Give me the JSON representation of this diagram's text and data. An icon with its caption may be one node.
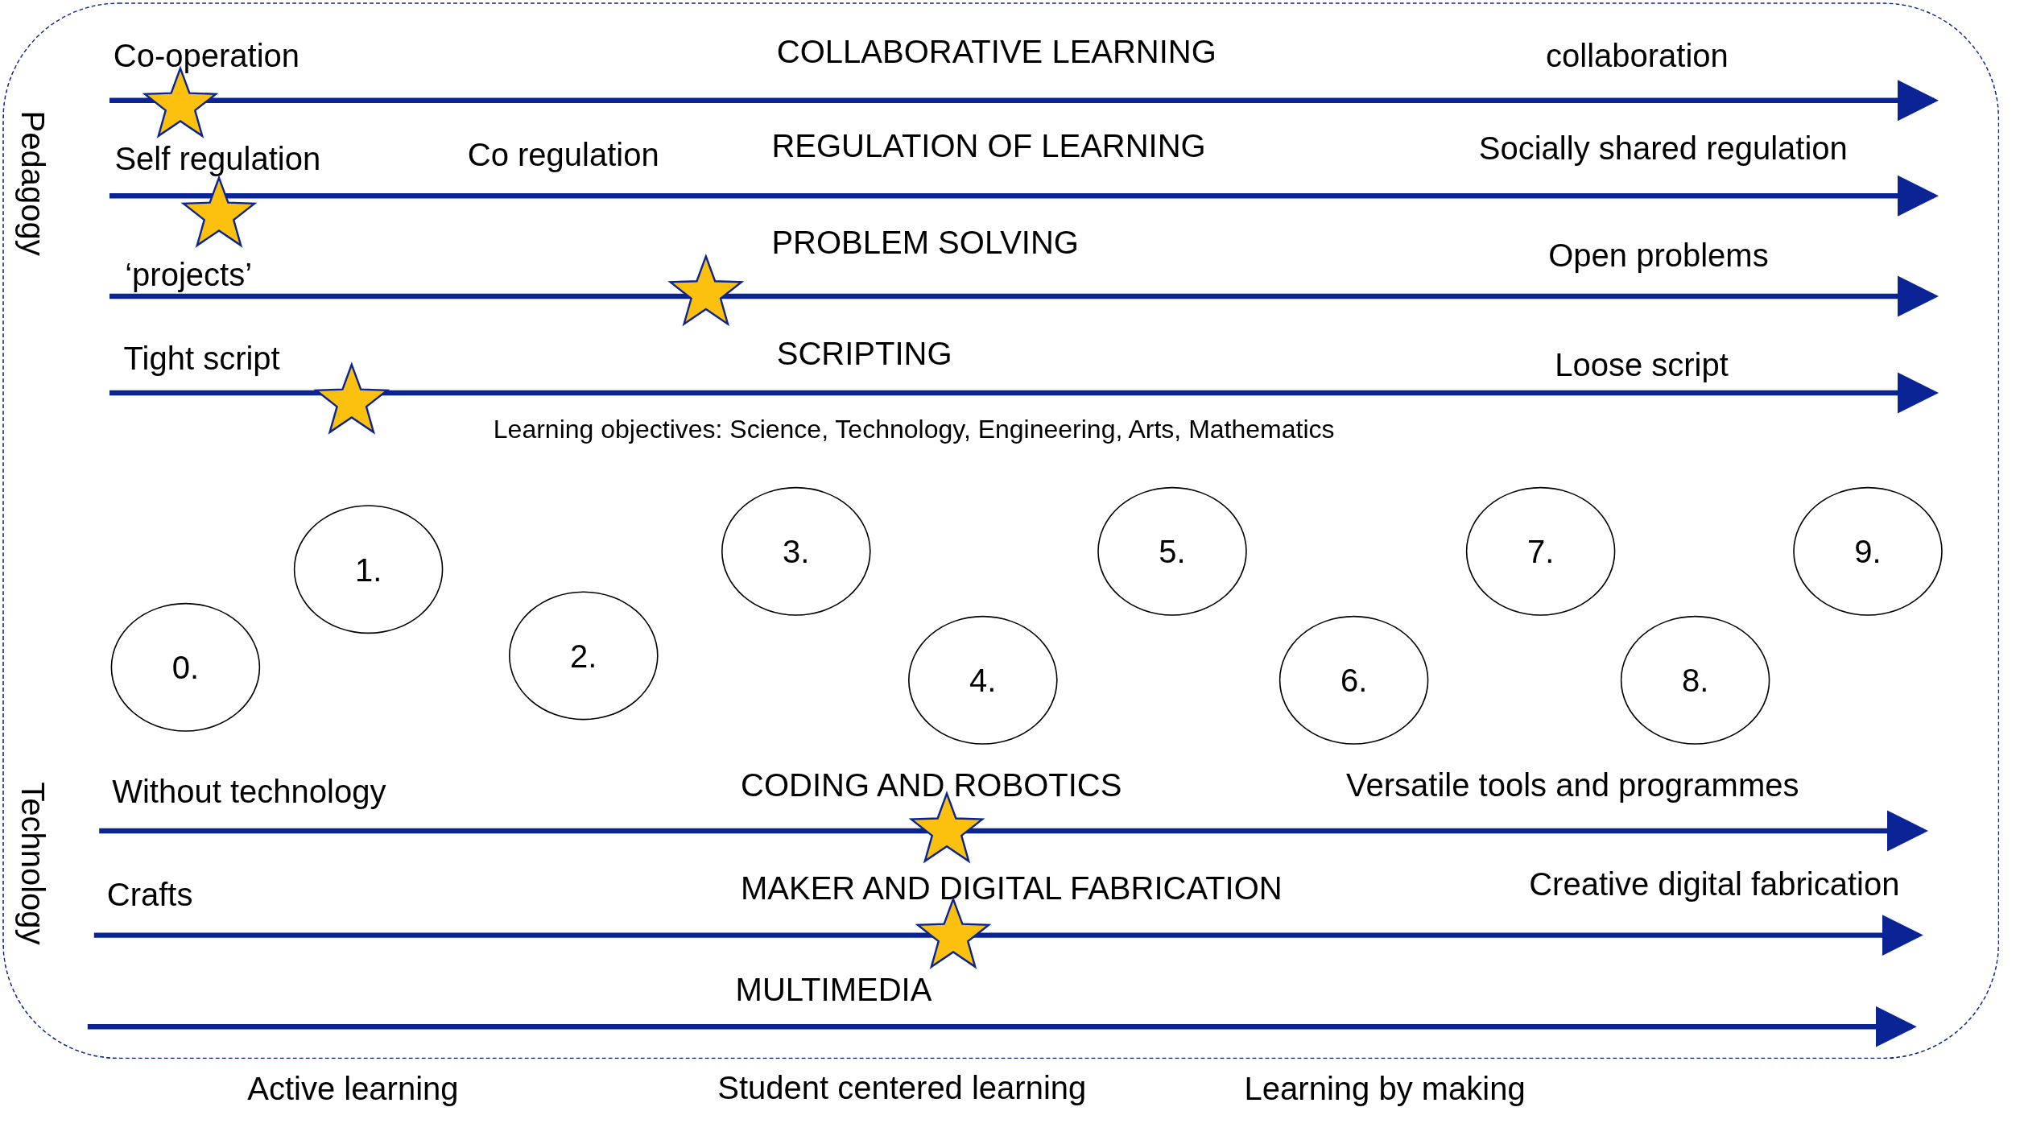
{
  "diagram": {
    "nodes": [
      {
        "text": [
          "Pedagogy",
          "Technology"
        ]
      },
      {
        "text": [
          "0."
        ],
        "in": 0
      },
      {
        "text": [
          "1."
        ],
        "in": 0
      },
      {
        "text": [
          "2."
        ],
        "in": 0
      },
      {
        "text": [
          "3."
        ],
        "in": 0
      },
      {
        "text": [
          "4."
        ],
        "in": 0
      },
      {
        "text": [
          "5."
        ],
        "in": 0
      },
      {
        "text": [
          "6."
        ],
        "in": 0
      },
      {
        "text": [
          "7."
        ],
        "in": 0
      },
      {
        "text": [
          "8."
        ],
        "in": 0
      },
      {
        "text": [
          "9."
        ],
        "in": 0
      }
    ],
    "labels": [
      "Co-operation",
      "COLLABORATIVE LEARNING",
      "collaboration",
      "Self regulation",
      "Co regulation",
      "REGULATION OF LEARNING",
      "Socially shared regulation",
      "PROBLEM SOLVING",
      "‘projects’",
      "Open problems",
      "Tight script",
      "SCRIPTING",
      "Loose script",
      "Learning objectives: Science, Technology, Engineering, Arts, Mathematics",
      "CODING AND ROBOTICS",
      "Without technology",
      "Versatile tools and programmes",
      "Crafts",
      "MAKER AND DIGITAL FABRICATION",
      "Creative digital fabrication",
      "MULTIMEDIA",
      "Active learning",
      "Student centered learning",
      "Learning by making"
    ]
  }
}
